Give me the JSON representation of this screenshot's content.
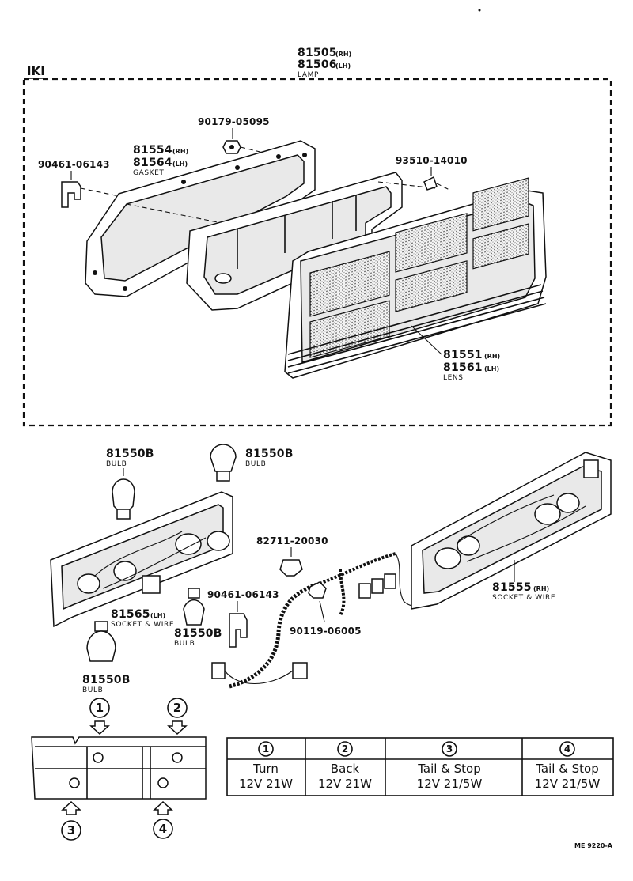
{
  "section_mark": "IKI",
  "labels": {
    "lamp_rh": "81505",
    "lamp_rh_side": "(RH)",
    "lamp_lh": "81506",
    "lamp_lh_side": "(LH)",
    "lamp_name": "LAMP",
    "screw_top": "90179-05095",
    "clip_left": "90461-06143",
    "gasket_rh": "81554",
    "gasket_rh_side": "(RH)",
    "gasket_lh": "81564",
    "gasket_lh_side": "(LH)",
    "gasket_name": "GASKET",
    "screw_right": "93510-14010",
    "lens_rh": "81551",
    "lens_rh_side": "(RH)",
    "lens_lh": "81561",
    "lens_lh_side": "(LH)",
    "lens_name": "LENS",
    "bulb_a": "81550B",
    "bulb_a_name": "BULB",
    "bulb_b": "81550B",
    "bulb_b_name": "BULB",
    "clip_mid": "82711-20030",
    "clip_low": "90461-06143",
    "socket_lh": "81565",
    "socket_lh_side": "(LH)",
    "socket_lh_name": "SOCKET & WIRE",
    "bulb_c": "81550B",
    "bulb_c_name": "BULB",
    "bulb_d": "81550B",
    "bulb_d_name": "BULB",
    "bolt": "90119-06005",
    "socket_rh": "81555",
    "socket_rh_side": "(RH)",
    "socket_rh_name": "SOCKET & WIRE",
    "figure_code": "ME 9220-A"
  },
  "positions": {
    "top_1": "1",
    "top_2": "2",
    "bottom_3": "3",
    "bottom_4": "4"
  },
  "table": {
    "columns": [
      {
        "num": "1",
        "use": "Turn",
        "spec": "12V 21W"
      },
      {
        "num": "2",
        "use": "Back",
        "spec": "12V 21W"
      },
      {
        "num": "3",
        "use": "Tail & Stop",
        "spec": "12V 21/5W"
      },
      {
        "num": "4",
        "use": "Tail & Stop",
        "spec": "12V 21/5W"
      }
    ]
  }
}
